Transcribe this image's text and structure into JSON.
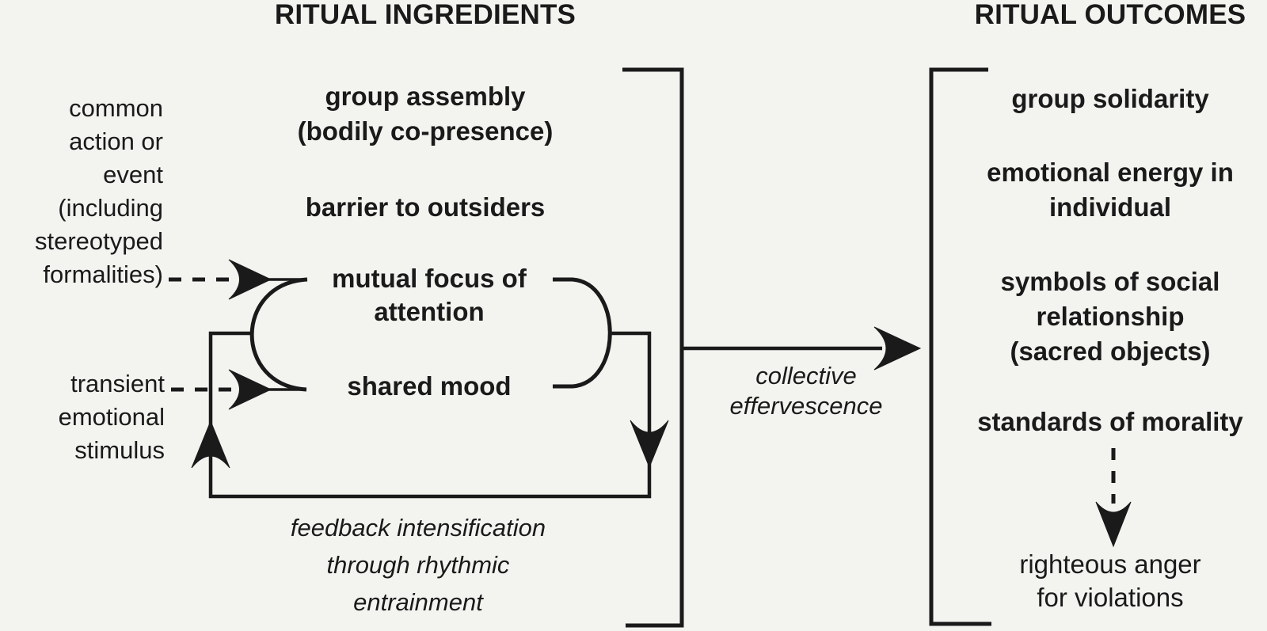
{
  "colors": {
    "ink": "#1a1a1a",
    "background": "#f3f3f0"
  },
  "titles": {
    "ingredients": "RITUAL INGREDIENTS",
    "outcomes": "RITUAL OUTCOMES"
  },
  "antecedents": {
    "common_action": "common\naction or\nevent\n(including\nstereotyped\nformalities)",
    "transient_stimulus": "transient\nemotional\nstimulus"
  },
  "ingredients": {
    "group_assembly": "group assembly\n(bodily co-presence)",
    "barrier": "barrier to outsiders",
    "mutual_focus": "mutual focus of\nattention",
    "shared_mood": "shared mood"
  },
  "process_labels": {
    "feedback": "feedback intensification\nthrough rhythmic\nentrainment",
    "collective_effervescence": "collective\neffervescence"
  },
  "outcomes": {
    "group_solidarity": "group solidarity",
    "emotional_energy": "emotional energy in\nindividual",
    "symbols": "symbols of social\nrelationship\n(sacred objects)",
    "morality": "standards of morality",
    "righteous_anger": "righteous anger\nfor violations"
  }
}
